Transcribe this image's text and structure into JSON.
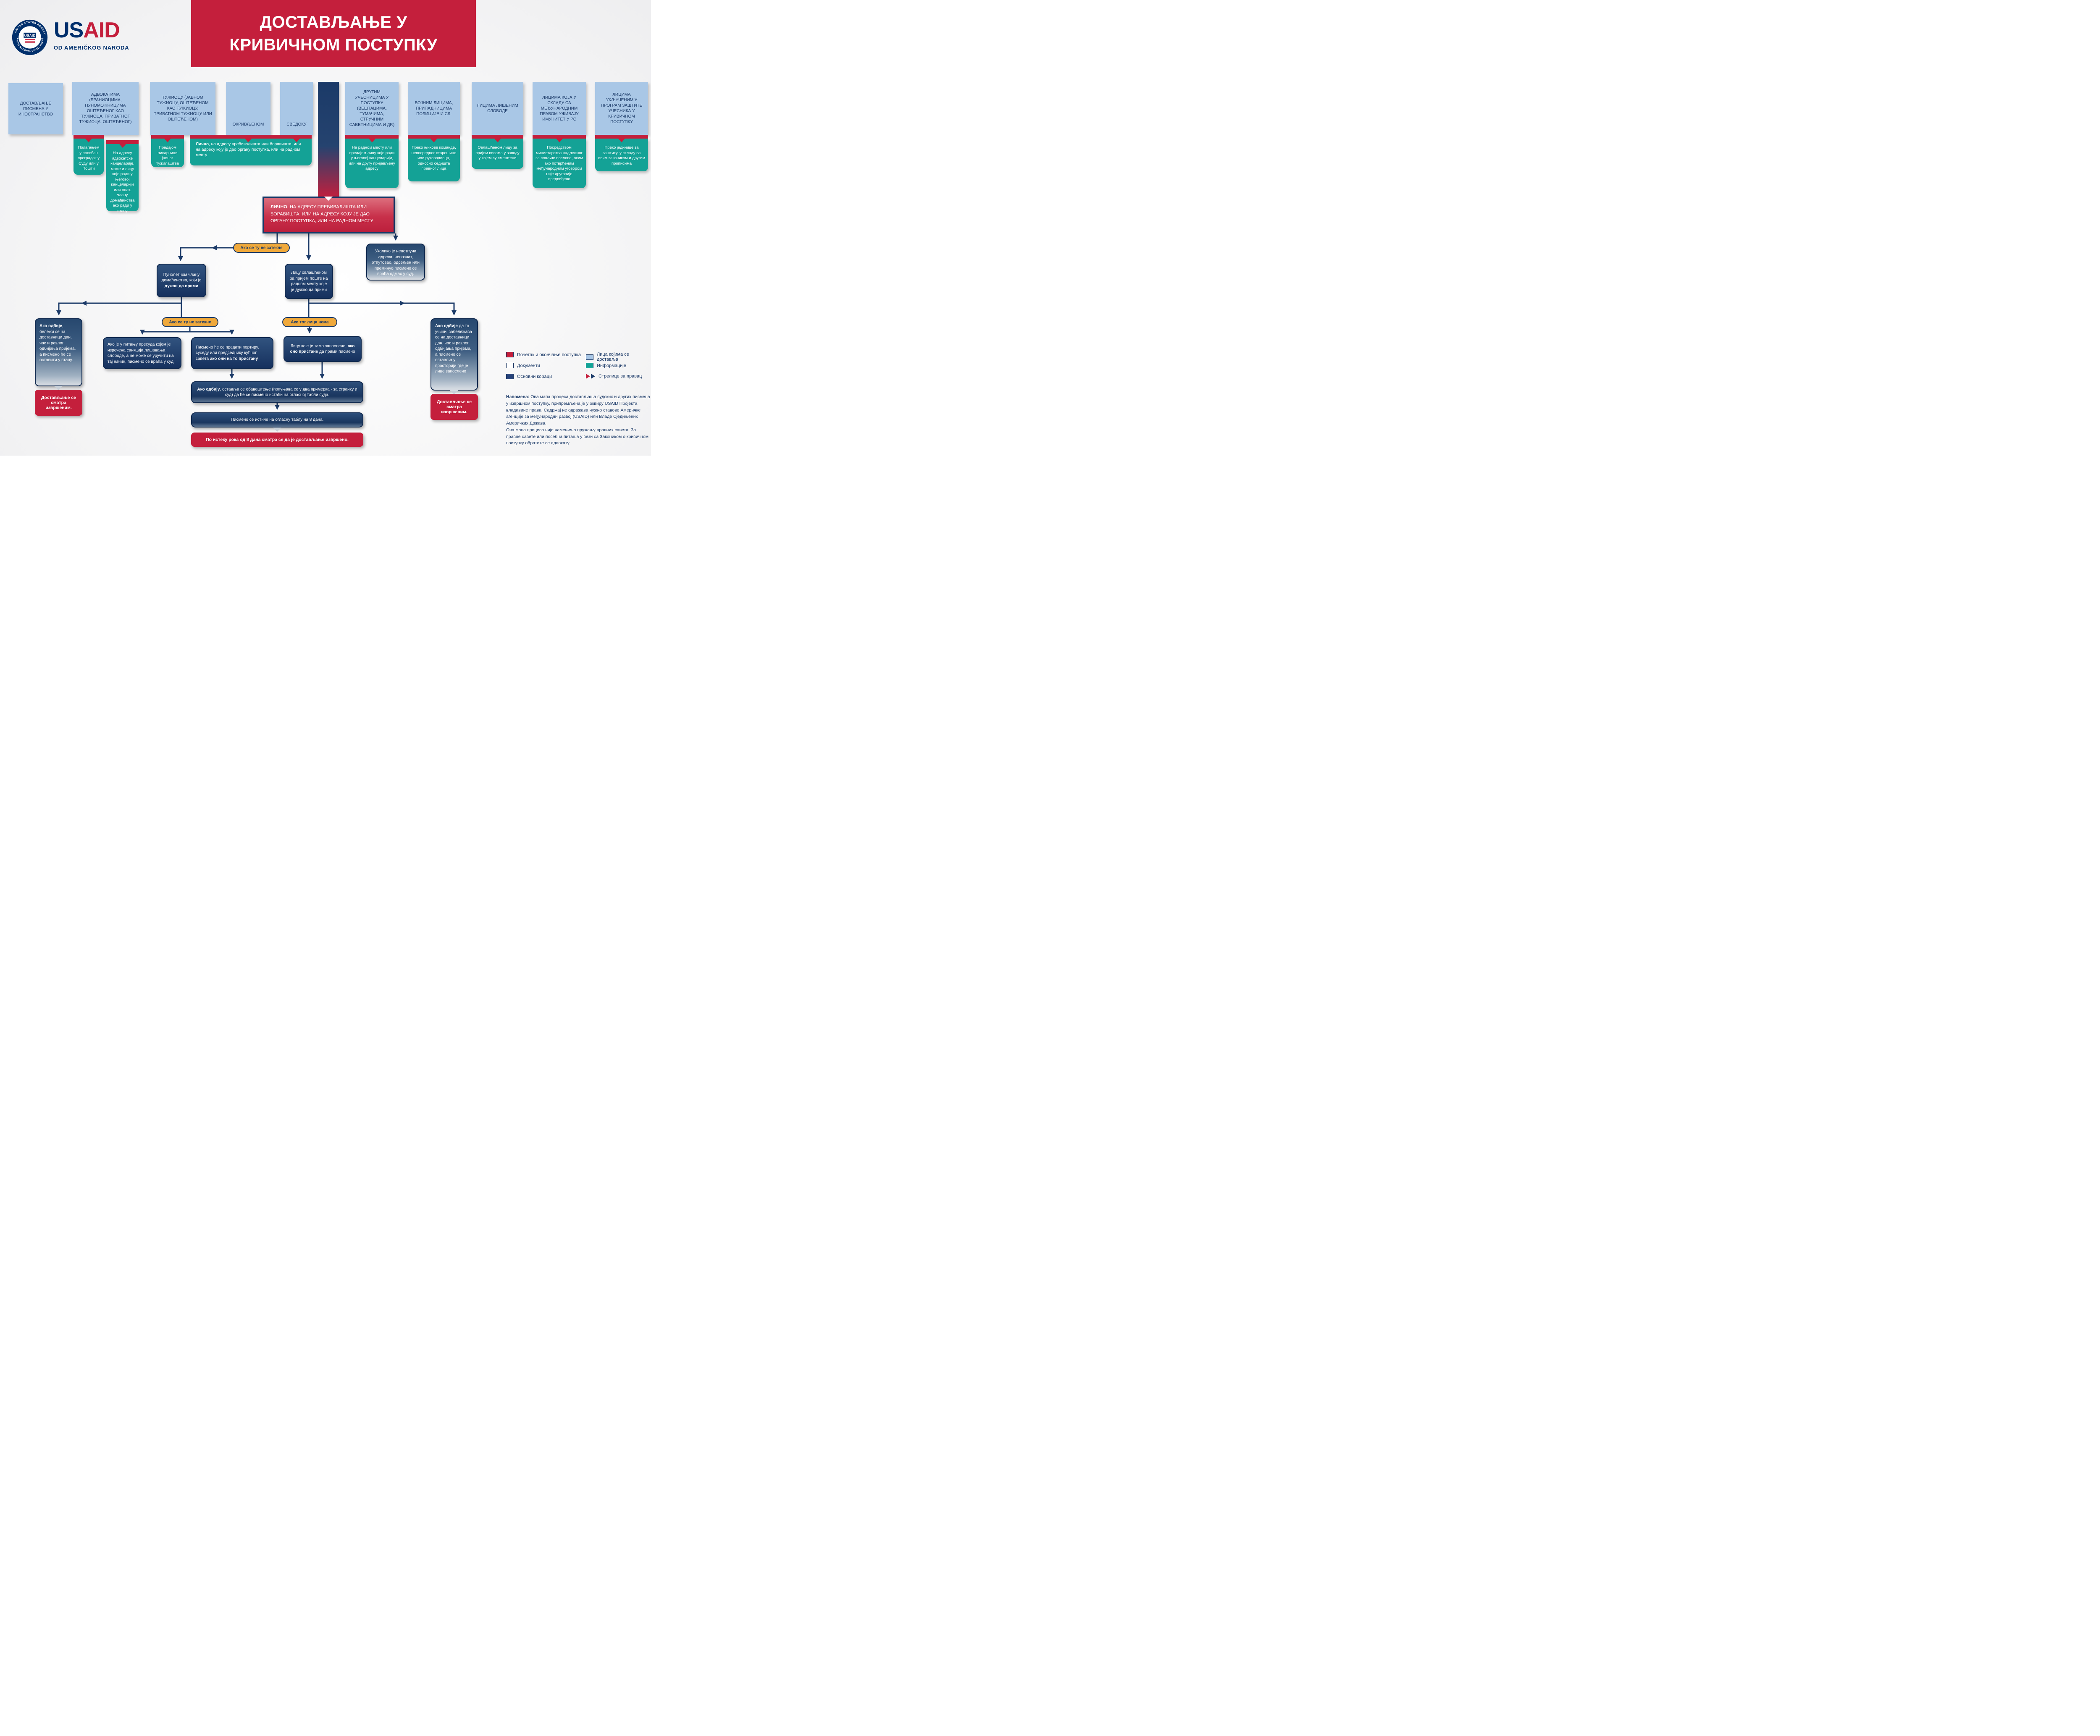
{
  "colors": {
    "red": "#C41F3C",
    "navy": "#1B3A68",
    "navy_dark": "#16315E",
    "light_blue": "#A9C7E6",
    "teal": "#14A296",
    "yellow": "#F0A93B",
    "logo_blue": "#002F6C"
  },
  "header": {
    "title_line1": "ДОСТАВЉАЊЕ У",
    "title_line2": "КРИВИЧНОМ ПОСТУПКУ",
    "logo": {
      "brand_us": "US",
      "brand_aid": "AID",
      "tagline": "OD AMERIČKOG NARODA",
      "seal_top": "UNITED STATES AGENCY",
      "seal_bottom": "INTERNATIONAL DEVELOPMENT",
      "seal_label": "USAID"
    }
  },
  "recipients": [
    {
      "label": "ДОСТАВЉАЊЕ ПИСМЕНА У ИНОСТРАНСТВО"
    },
    {
      "label": "АДВОКАТИМА (БРАНИОЦИМА, ПУНОМОЋНИЦИМА ОШТЕЋЕНОГ КАО ТУЖИОЦА, ПРИВАТНОГ ТУЖИОЦА, ОШТЕЋЕНОГ)",
      "info1": "Полагањем у посебан преградак у Суду или у Пошти",
      "info2": "На адресу адвокатске канцеларије, може и лицу које ради у његовој канцеларији или пнлт. члану домаћинства ако ради у стану"
    },
    {
      "label": "ТУЖИОЦУ (ЈАВНОМ ТУЖИОЦУ, ОШТЕЋЕНОМ КАО ТУЖИОЦУ, ПРИВАТНОМ ТУЖИОЦУ ИЛИ ОШТЕЋЕНОМ)",
      "info": "Предајом писарници јавног тужилаштва"
    },
    {
      "label": "ОКРИВЉЕНОМ"
    },
    {
      "label": "СВЕДОКУ"
    },
    {
      "label": "ДРУГИМ УЧЕСНИЦИМА У ПОСТУПКУ (ВЕШТАЦИМА, ТУМАЧИМА, СТРУЧНИМ САВЕТНИЦИМА И ДР.)",
      "info": "На радном месту или предајом лицу које ради у његовој канцеларији, или на другу пријављену адресу"
    },
    {
      "label": "ВОЈНИМ ЛИЦИМА, ПРИПАДНИЦИМА ПОЛИЦИЈЕ И СЛ.",
      "info": "Преко њихове команде, непосредног старешине или руководиоца, односно седишта правног лица"
    },
    {
      "label": "ЛИЦИМА ЛИШЕНИМ СЛОБОДЕ",
      "info": "Овлашћеном лицу за пријем писама у заводу у којем су смештени"
    },
    {
      "label": "ЛИЦИМА КОЈА У СКЛАДУ СА МЕЂУНАРОДНИМ ПРАВОМ УЖИВАЈУ ИМУНИТЕТ У РС",
      "info": "Посредством министарства надлежног за спољне послове, осим ако потврђеним међународним уговором није другачије предвиђено"
    },
    {
      "label": "ЛИЦИМА УКЉУЧЕНИМ У ПРОГРАМ ЗАШТИТЕ УЧЕСНИКА У КРИВИЧНОМ ПОСТУПКУ",
      "info": "Преко јединице за заштиту, у складу са овим закоником и другим прописима"
    }
  ],
  "shared_info": {
    "lead": "Лично",
    "rest": ", на адресу пребивалишта или боравишта, или на адресу коју је дао органу поступка, или на радном месту"
  },
  "flow": {
    "personal": {
      "lead": "ЛИЧНО",
      "rest": ", НА АДРЕСУ ПРЕБИВАЛИШТА ИЛИ БОРАВИШТА, ИЛИ НА АДРЕСУ КОЈУ ЈЕ ДАО ОРГАНУ ПОСТУПКА, ИЛИ НА РАДНОМ МЕСТУ"
    },
    "pill_not_found": "Ако се ту не затекне",
    "pill_no_person": "Ако тог лица нема",
    "adult_member": {
      "pre": "Пунолетном члану домаћинства, који је ",
      "bold": "дужан да прими"
    },
    "authorized_person": "Лицу овлашћеном за пријем поште на радном месту које је дужно да прими",
    "incomplete_address": "Уколико је непотпуна адреса, непознат, отпутовао, одсељен или преминуо писмено се враћа одмах у суд.",
    "refuse_left": {
      "bold": "Ако одбије",
      "rest": ", бележи се на доставници дан, час и разлог одбијања пријема, а писмено ће се оставити у стану."
    },
    "refuse_right": {
      "bold": "Ако одбије",
      "rest": " да то учини, забележава се на доставници дан, час и разлог одбијања пријема, а писмено се оставља у просторији где је лице запослено"
    },
    "delivery_done": "Достављање се сматра извршеним.",
    "verdict_return": "Ако је у питању пресуда којом је изречена санкција лишавања слободе, а не може се уручити на тај начин, писмено се враћа у суд!",
    "hand_to_porter": {
      "pre": "Писмено ће се предати портиру, суседу или председнику кућног савета ",
      "bold": "ако они на то пристану"
    },
    "employed_person": {
      "pre": "Лицу које је тамо запослено, ",
      "bold": "ако оно пристане",
      "post": " да прими писмено"
    },
    "notice": {
      "bold": "Ако одбију",
      "rest": ", оставља се обавештење (попуњава се у два примерка - за странку и суд) да ће се писмено истаћи на огласној табли суда."
    },
    "posted": "Писмено се истиче на огласну таблу на 8 дана.",
    "after_deadline": "По истеку рока од 8 дана сматра се да је достављање извршено."
  },
  "legend": {
    "start_end": "Почетак и окончање поступка",
    "documents": "Документи",
    "basic_steps": "Основни кораци",
    "recipients": "Лица којима се доставља",
    "information": "Информације",
    "arrows": "Стрелице за правац"
  },
  "note": {
    "label": "Напомена:",
    "text1": "Ова мапа процеса достављања судских и других писмена у извршном поступку, припремљена је у оквиру USAID Пројекта владавине права. Садржај не одражава нужно ставове Америчке агенције за међународни развој (USAID) или Владе Сједињених Америчких Држава.",
    "text2": "Ова мапа процеса није намењена пружању правних савета. За правне савете или посебна питања у вези са Закоником о кривичном поступку обратите се адвокату."
  }
}
